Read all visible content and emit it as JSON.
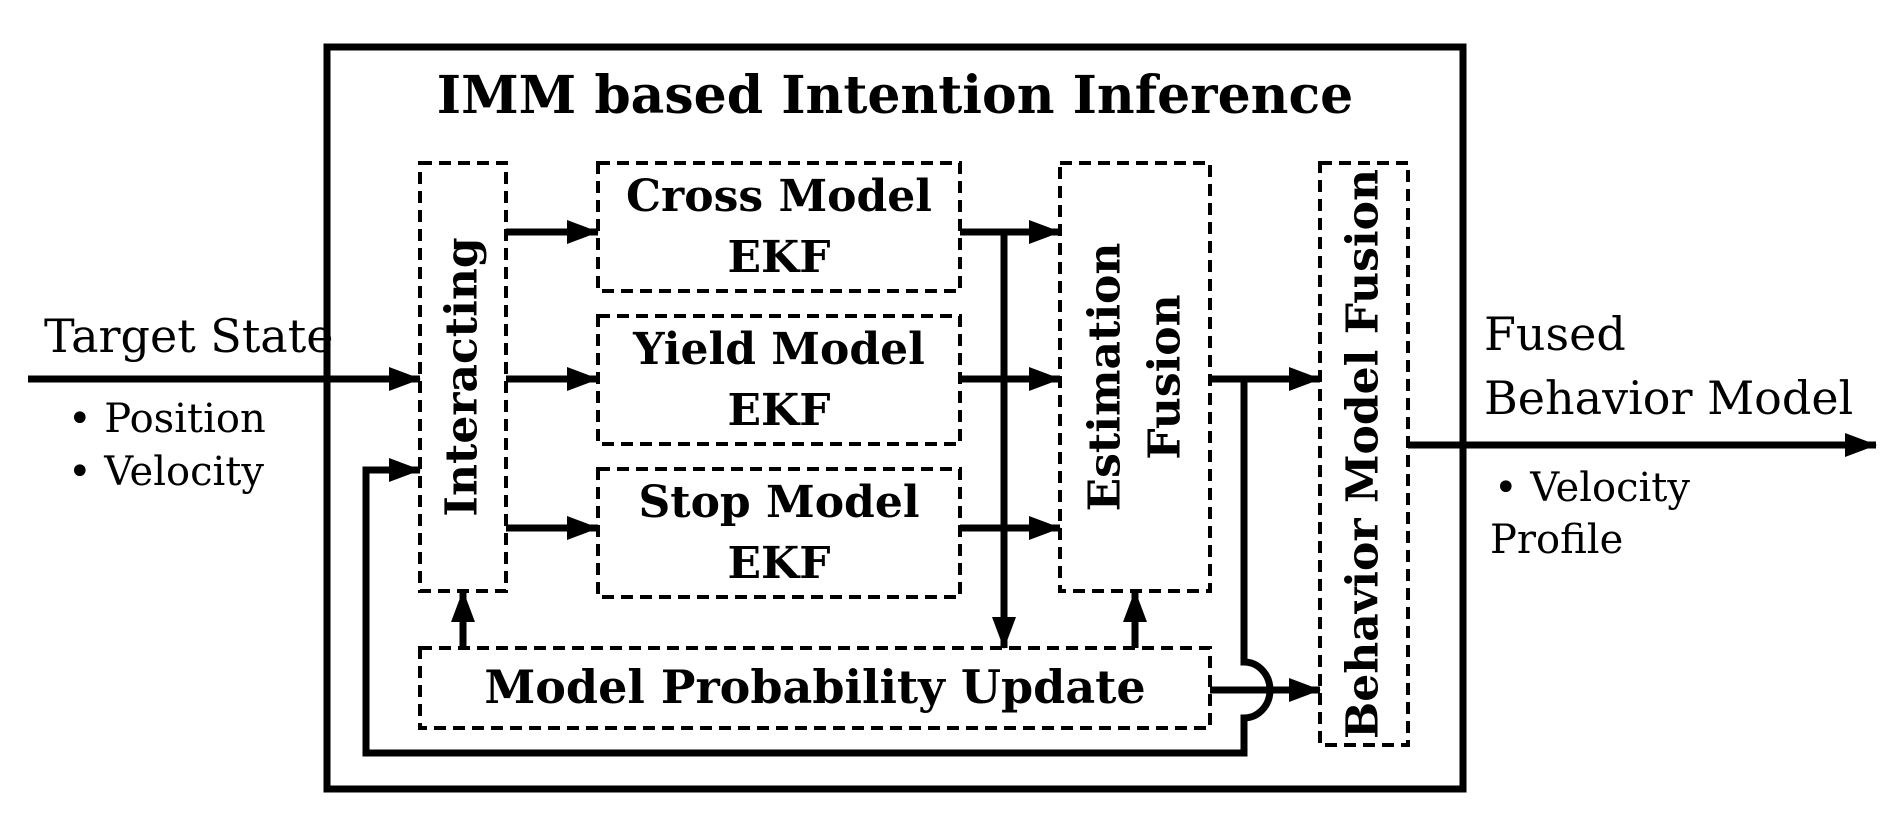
{
  "diagram": {
    "title": "IMM based Intention Inference",
    "input": {
      "label": "Target State",
      "items": [
        "• Position",
        "• Velocity"
      ]
    },
    "output": {
      "label_line1": "Fused",
      "label_line2": "Behavior Model",
      "items_line1": "• Velocity",
      "items_line2": "Profile"
    },
    "blocks": {
      "interacting": "Interacting",
      "cross": {
        "line1": "Cross Model",
        "line2": "EKF"
      },
      "yield": {
        "line1": "Yield Model",
        "line2": "EKF"
      },
      "stop": {
        "line1": "Stop Model",
        "line2": "EKF"
      },
      "estimation": {
        "line1": "Estimation",
        "line2": "Fusion"
      },
      "behavior_fusion": "Behavior Model Fusion",
      "probability": "Model Probability Update"
    }
  }
}
